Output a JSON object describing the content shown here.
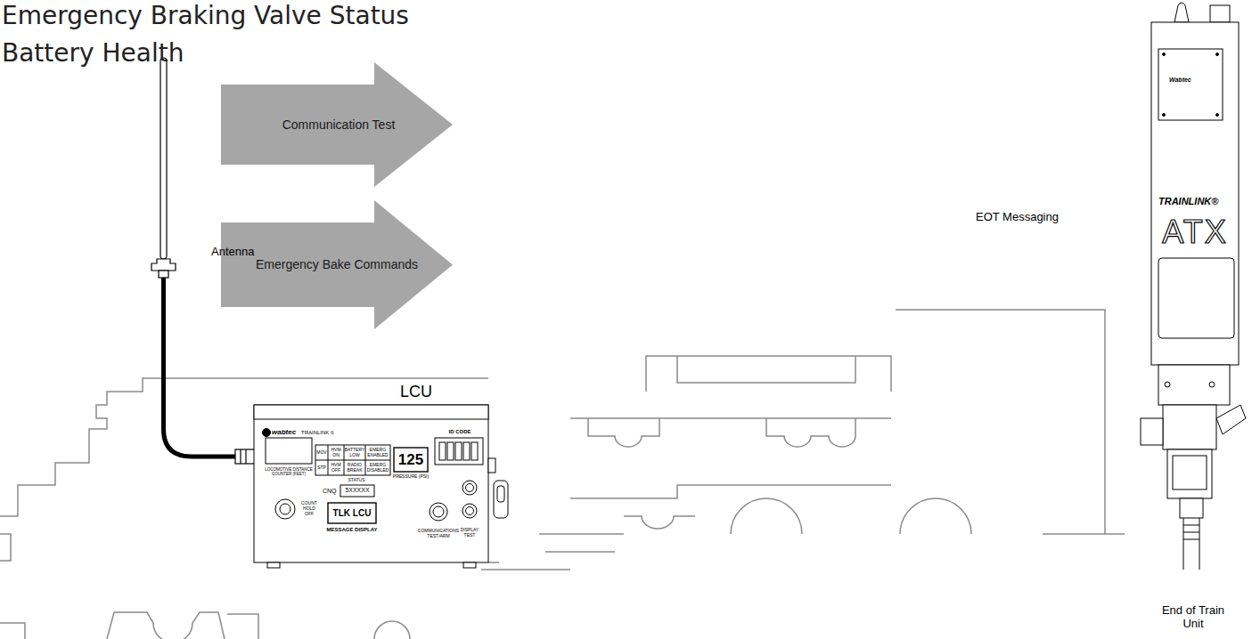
{
  "diagram": {
    "nodes": [
      {
        "text": [
          "Communication Test"
        ]
      },
      {
        "text": [
          "Emergency Bake Commands"
        ]
      }
    ],
    "labels": [
      "Emergency Braking Valve Status",
      "Battery Health",
      "Antenna",
      "LCU",
      "wabtec",
      "TRAINLINK II",
      "MOV",
      "HVM ON",
      "BATTERY LOW",
      "EMERG ENABLED",
      "STP",
      "HVM OFF",
      "RADIO BREAK",
      "EMERG DISABLED",
      "125",
      "PRESSURE (PSI)",
      "ID CODE",
      "LOCOMOTIVE DISTANCE COUNTER (FEET)",
      "COUNT HOLD OFF",
      "STATUS",
      "CNQ",
      "5XXXXX",
      "TLK LCU",
      "MESSAGE DISPLAY",
      "COMMUNICATIONS TEST/ARM",
      "DISPLAY TEST",
      "EOT Messaging",
      "Wabtec",
      "TRAINLINK®",
      "ATX",
      "End of Train Unit"
    ]
  }
}
